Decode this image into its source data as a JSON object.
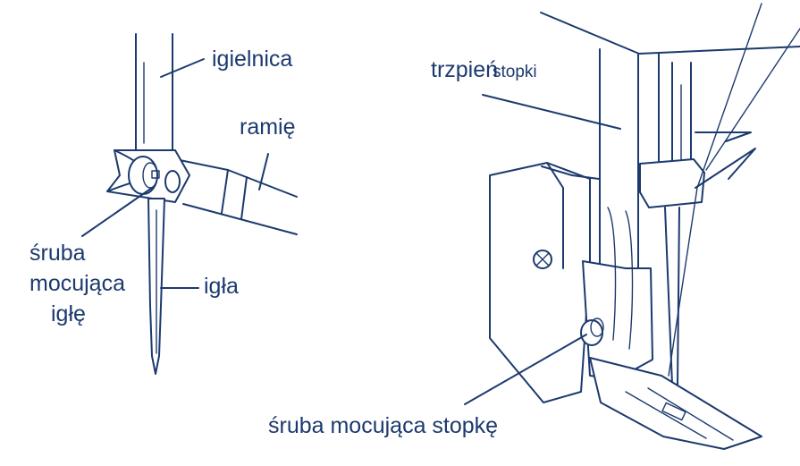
{
  "diagram": {
    "colors": {
      "ink": "#1c3a6e",
      "background": "#ffffff"
    },
    "labels": {
      "needle_bar": "igielnica",
      "arm": "ramię",
      "needle_clamp_screw_line1": "śruba",
      "needle_clamp_screw_line2": "mocująca",
      "needle_clamp_screw_line3": "igłę",
      "needle": "igła",
      "presser_bar_part1": "trzpień",
      "presser_bar_part2": "stopki",
      "presser_foot_screw": "śruba mocująca stopkę"
    }
  }
}
